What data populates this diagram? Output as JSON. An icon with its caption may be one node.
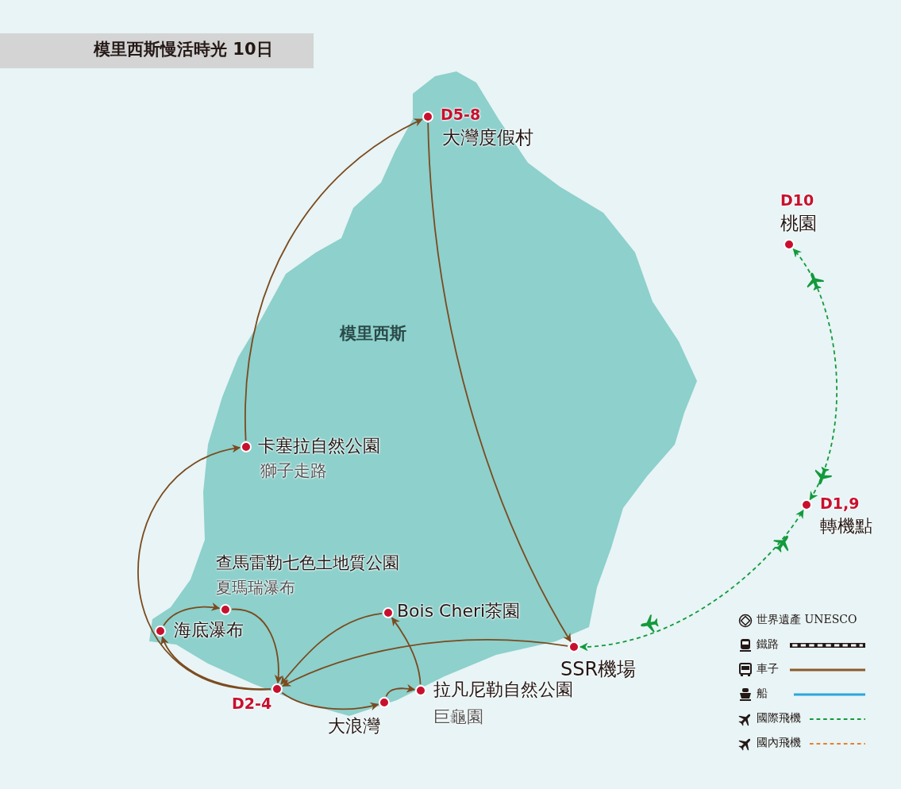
{
  "diagram": {
    "title": "模里西斯慢活時光 10日",
    "nodes": [
      {
        "text": [
          "D5-8",
          "大灣度假村"
        ]
      },
      {
        "text": [
          "D10",
          "桃園"
        ]
      },
      {
        "text": [
          "卡塞拉自然公園",
          "獅子走路"
        ]
      },
      {
        "text": [
          "D1,9",
          "轉機點"
        ]
      },
      {
        "text": [
          "查馬雷勒七色土地質公園",
          "夏瑪瑞瀑布"
        ]
      },
      {
        "text": [
          "Bois Cheri茶園"
        ]
      },
      {
        "text": [
          "海底瀑布"
        ]
      },
      {
        "text": [
          "SSR機場"
        ]
      },
      {
        "text": [
          "D2-4"
        ]
      },
      {
        "text": [
          "拉凡尼勒自然公園",
          "巨龜園"
        ]
      },
      {
        "text": [
          "大浪灣"
        ]
      }
    ],
    "edges": [
      {
        "from": 8,
        "to": 2,
        "arrow": "to"
      },
      {
        "from": 2,
        "to": 0,
        "arrow": "to"
      },
      {
        "from": 0,
        "to": 7,
        "arrow": "to"
      },
      {
        "from": 7,
        "to": 8,
        "arrow": "to"
      },
      {
        "from": 8,
        "to": 6,
        "arrow": "to"
      },
      {
        "from": 6,
        "to": 4,
        "arrow": "to"
      },
      {
        "from": 4,
        "to": 8,
        "arrow": "to"
      },
      {
        "from": 8,
        "to": 10,
        "arrow": "to"
      },
      {
        "from": 10,
        "to": 9,
        "arrow": "to"
      },
      {
        "from": 9,
        "to": 5,
        "arrow": "to"
      },
      {
        "from": 5,
        "to": 8,
        "arrow": "to"
      },
      {
        "from": 7,
        "to": 3,
        "arrow": "both",
        "style": "dashed",
        "color": "#129a3c"
      },
      {
        "from": 3,
        "to": 1,
        "arrow": "both",
        "style": "dashed",
        "color": "#129a3c"
      }
    ],
    "labels": [
      "模里西斯"
    ],
    "legend": [
      {
        "text": "世界遺產 UNESCO"
      },
      {
        "text": "鐵路"
      },
      {
        "text": "車子"
      },
      {
        "text": "船"
      },
      {
        "text": "國際飛機"
      },
      {
        "text": "國內飛機"
      }
    ]
  }
}
